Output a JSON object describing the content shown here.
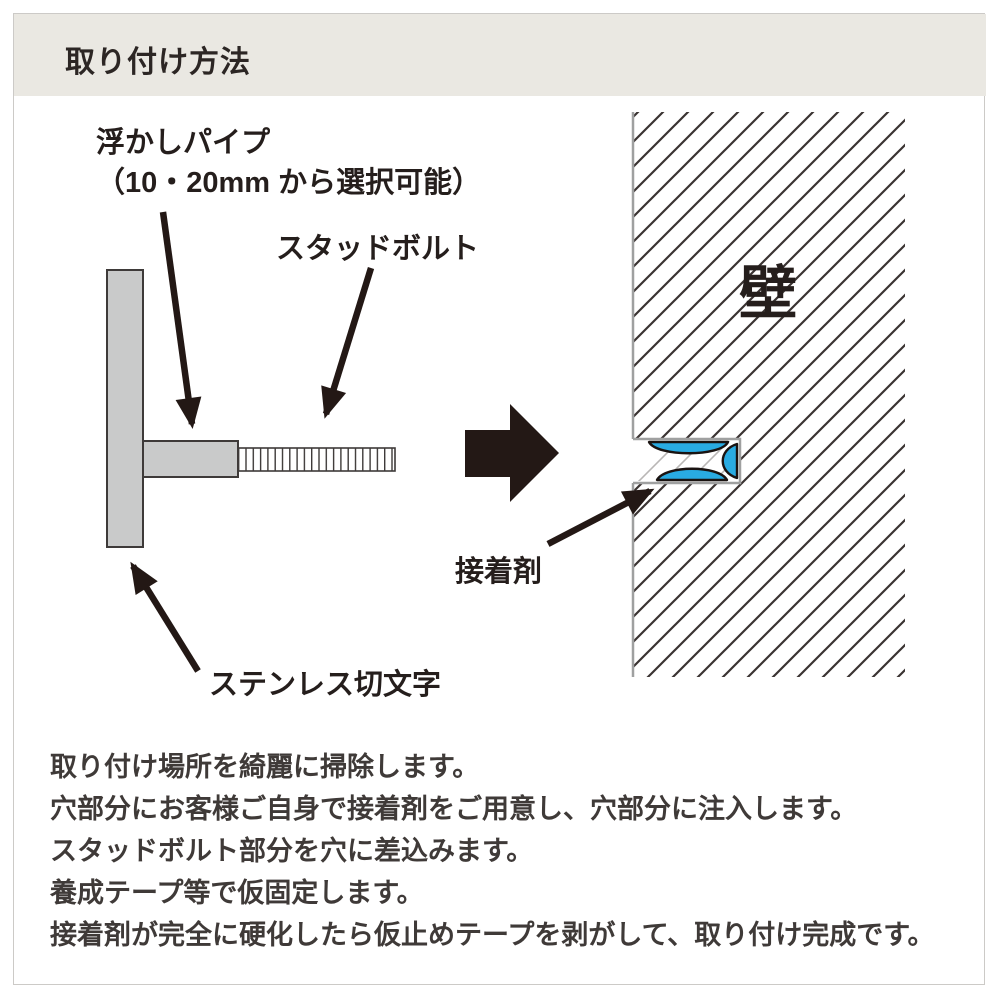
{
  "header": {
    "title": "取り付け方法"
  },
  "diagram": {
    "labels": {
      "float_pipe_line1": "浮かしパイプ",
      "float_pipe_line2": "（10・20mm から選択可能）",
      "stud_bolt": "スタッドボルト",
      "wall": "壁",
      "adhesive": "接着剤",
      "stainless_letter": "ステンレス切文字"
    },
    "colors": {
      "metal_gray": "#c9caca",
      "outline_dark": "#3e3a39",
      "ink_black": "#231815",
      "adhesive_blue": "#29abe2",
      "wall_edge_gray": "#9fa0a0",
      "header_bg": "#eae8e2"
    }
  },
  "instructions": [
    "取り付け場所を綺麗に掃除します。",
    "穴部分にお客様ご自身で接着剤をご用意し、穴部分に注入します。",
    "スタッドボルト部分を穴に差込みます。",
    "養成テープ等で仮固定します。",
    "接着剤が完全に硬化したら仮止めテープを剥がして、取り付け完成です。"
  ]
}
